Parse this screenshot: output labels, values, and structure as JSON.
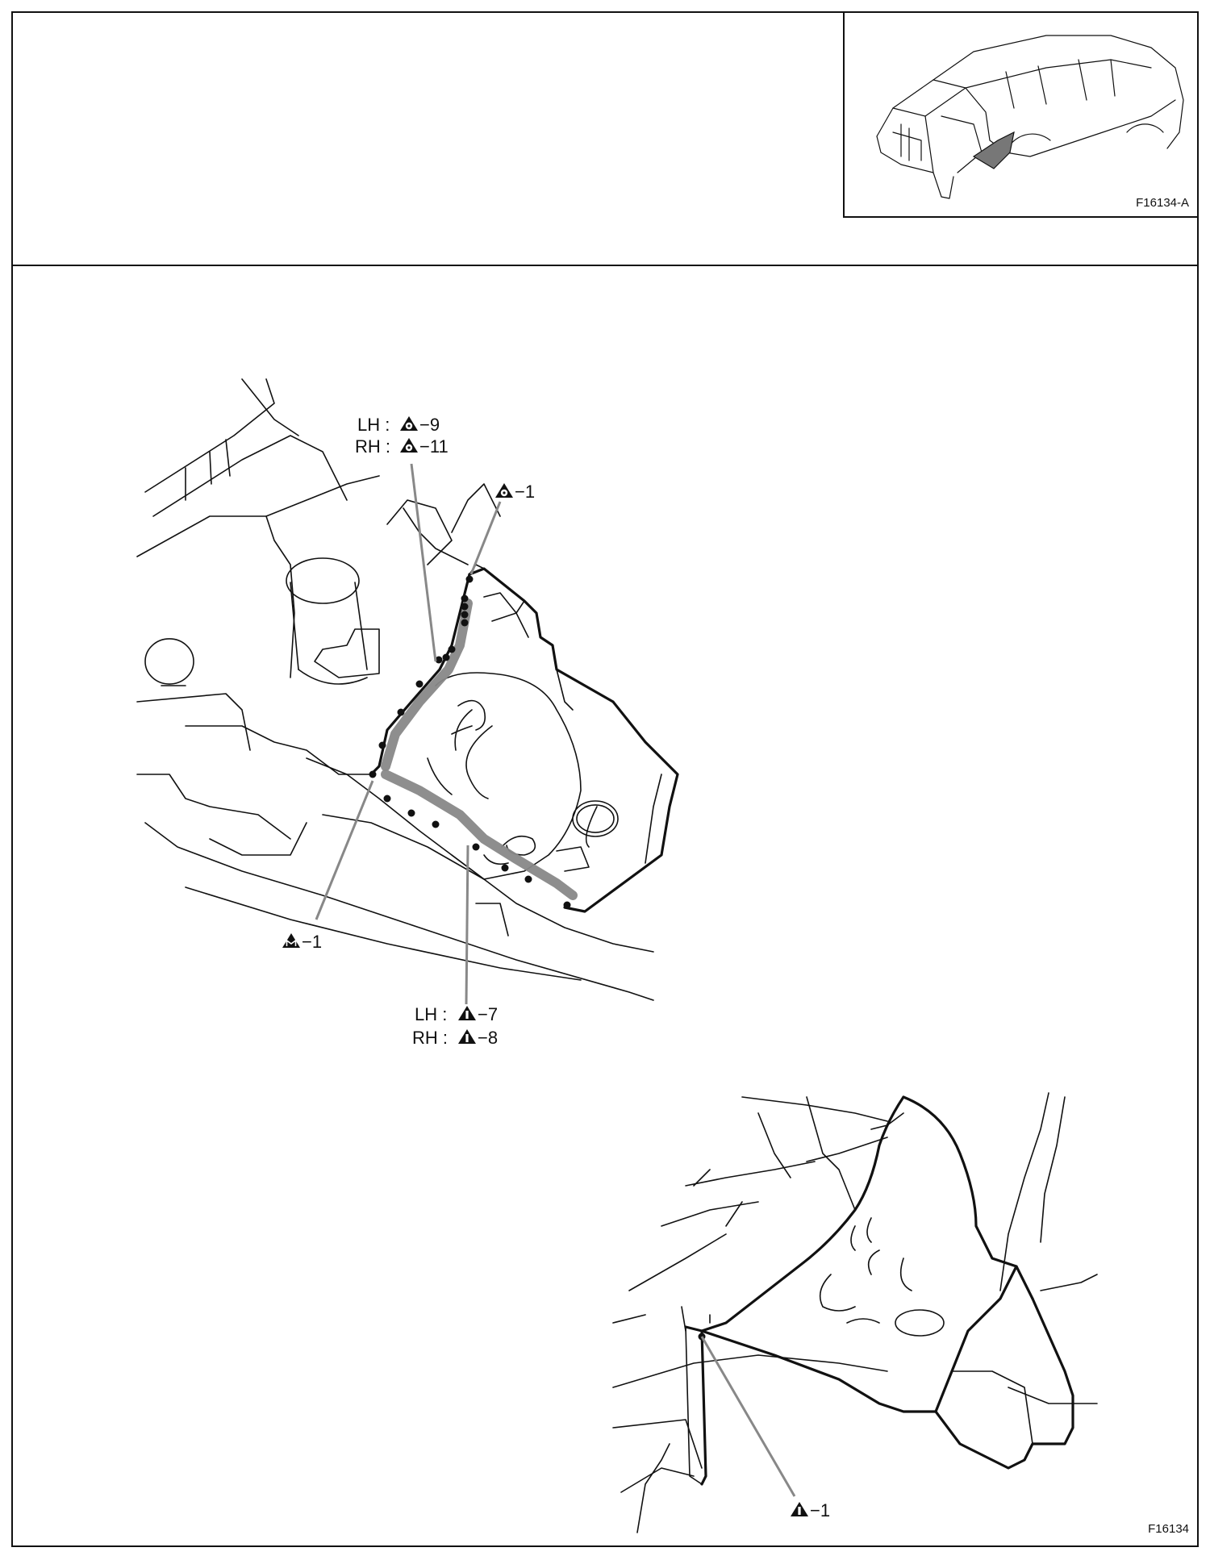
{
  "thumbnail": {
    "figure_code": "F16134-A"
  },
  "figure_code": "F16134",
  "callouts": {
    "top_left_lh": {
      "side": "LH :",
      "symbol": "weld-symbol-o",
      "value": "−9"
    },
    "top_left_rh": {
      "side": "RH :",
      "symbol": "weld-symbol-o",
      "value": "−11"
    },
    "top_right": {
      "symbol": "weld-symbol-o",
      "value": "−1"
    },
    "left": {
      "symbol": "weld-symbol-m",
      "value": "−1"
    },
    "bottom_lh": {
      "side": "LH :",
      "symbol": "weld-symbol-i",
      "value": "−7"
    },
    "bottom_rh": {
      "side": "RH :",
      "symbol": "weld-symbol-i",
      "value": "−8"
    },
    "lower_view": {
      "symbol": "weld-symbol-i",
      "value": "−1"
    }
  },
  "colors": {
    "line": "#111111",
    "weld_band": "#888888",
    "leader": "#888888"
  }
}
